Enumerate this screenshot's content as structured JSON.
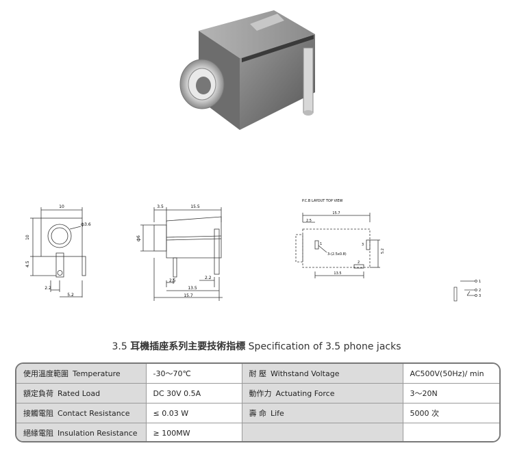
{
  "drawing": {
    "front": {
      "dim_width": "10",
      "dim_hole": "ф3.6",
      "dim_height": "10",
      "dim_lower": "4.5",
      "dim_pin_a": "2.2",
      "dim_pin_b": "5.2"
    },
    "side": {
      "dim_a": "3.5",
      "dim_b": "15.5",
      "dim_dia": "ф6",
      "dim_c": "2.5",
      "dim_d": "2.2",
      "dim_e": "13.5",
      "dim_f": "15.7"
    },
    "pcb": {
      "caption": "P.C.B LAYOUT   TOP VIEW",
      "dim_top": "15.7",
      "dim_small": "2.5",
      "label_1": "1",
      "label_3": "3",
      "label_2": "2",
      "hole_note": "3-(2.5x0.8)",
      "dim_right": "5.2",
      "dim_bottom": "13.5"
    },
    "schematic": {
      "pin1": "1",
      "pin2": "2",
      "pin3": "3"
    }
  },
  "title": {
    "prefix": "3.5",
    "cn": "耳機插座系列主要技術指標",
    "en": "Specification of 3.5 phone jacks"
  },
  "spec_rows": [
    {
      "l_cn": "使用溫度範圍",
      "l_en": "Temperature",
      "l_val": "-30～70℃",
      "r_cn": "耐  壓",
      "r_en": "Withstand Voltage",
      "r_val": "AC500V(50Hz)/ min"
    },
    {
      "l_cn": "額定負荷",
      "l_en": "Rated Load",
      "l_val": "DC  30V  0.5A",
      "r_cn": "動作力",
      "r_en": "Actuating Force",
      "r_val": "3～20N"
    },
    {
      "l_cn": "接觸電阻",
      "l_en": "Contact Resistance",
      "l_val": "≤ 0.03 W",
      "r_cn": "壽  命",
      "r_en": "Life",
      "r_val": "5000 次"
    },
    {
      "l_cn": "絕緣電阻",
      "l_en": "Insulation Resistance",
      "l_val": "≥ 100MW",
      "r_cn": "",
      "r_en": "",
      "r_val": ""
    }
  ]
}
